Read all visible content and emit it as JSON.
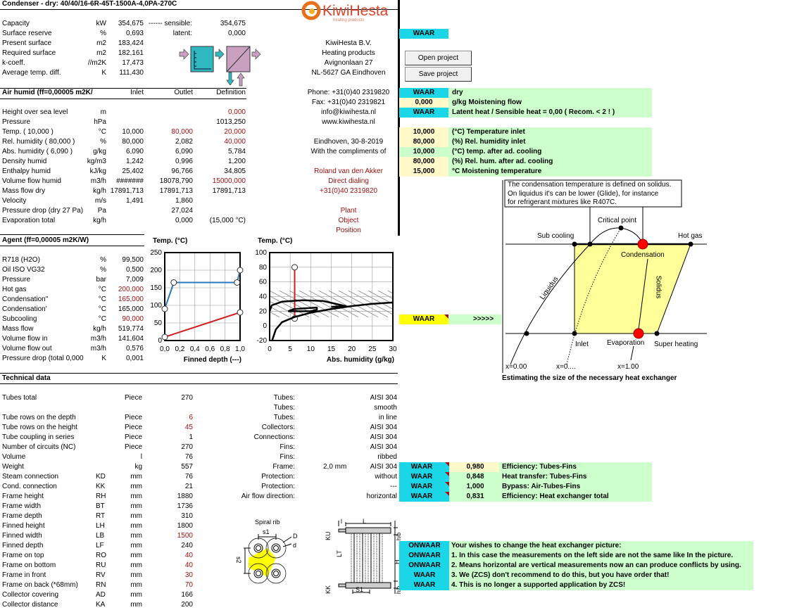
{
  "title": "Condenser - dry: 40/40/16-6R-45T-1500A-4,0PA-270C",
  "logo": {
    "name": "KiwiHesta",
    "tagline": "heating products"
  },
  "summary": [
    {
      "label": "Capacity",
      "unit": "kW",
      "value": "354,675",
      "extra_label": "------ sensible:",
      "extra_value": "354,675"
    },
    {
      "label": "Surface reserve",
      "unit": "%",
      "value": "0,693",
      "extra_label": "latent:",
      "extra_value": "0,000"
    },
    {
      "label": "Present surface",
      "unit": "m2",
      "value": "183,424"
    },
    {
      "label": "Required surface",
      "unit": "m2",
      "value": "182,161"
    },
    {
      "label": "k-coeff.",
      "unit": "//m2K",
      "value": "17,473"
    },
    {
      "label": "Average temp. diff.",
      "unit": "K",
      "value": "111,430"
    }
  ],
  "air": {
    "header": {
      "title": "Air humid (ff=0,00005 m2K/",
      "inlet": "Inlet",
      "outlet": "Outlet",
      "definition": "Definition"
    },
    "rows": [
      {
        "label": "Height over sea level",
        "unit": "m",
        "inlet": "",
        "outlet": "",
        "definition": "0,000",
        "red": [
          "definition"
        ]
      },
      {
        "label": "Pressure",
        "unit": "hPa",
        "inlet": "",
        "outlet": "",
        "definition": "1013,250",
        "red": []
      },
      {
        "label": "Temp. ( 10,000 )",
        "unit": "°C",
        "inlet": "10,000",
        "outlet": "80,000",
        "definition": "20,000",
        "red": [
          "outlet",
          "definition"
        ]
      },
      {
        "label": "Rel. humidity ( 80,000 )",
        "unit": "%",
        "inlet": "80,000",
        "outlet": "2,082",
        "definition": "40,000",
        "red": [
          "definition"
        ]
      },
      {
        "label": "Abs. humidity ( 6,090 )",
        "unit": "g/kg",
        "inlet": "6,090",
        "outlet": "6,090",
        "definition": "5,784",
        "red": []
      },
      {
        "label": "Density humid",
        "unit": "kg/m3",
        "inlet": "1,242",
        "outlet": "0,996",
        "definition": "1,200",
        "red": []
      },
      {
        "label": "Enthalpy humid",
        "unit": "kJ/kg",
        "inlet": "25,402",
        "outlet": "96,766",
        "definition": "34,805",
        "red": []
      },
      {
        "label": "Volume flow humid",
        "unit": "m3/h",
        "inlet": "#######",
        "outlet": "18078,790",
        "definition": "15000,000",
        "red": [
          "definition"
        ]
      },
      {
        "label": "Mass flow dry",
        "unit": "kg/h",
        "inlet": "17891,713",
        "outlet": "17891,713",
        "definition": "17891,713",
        "red": []
      },
      {
        "label": "Velocity",
        "unit": "m/s",
        "inlet": "1,491",
        "outlet": "1,860",
        "definition": "",
        "red": []
      },
      {
        "label": "Pressure drop (dry 27 Pa)",
        "unit": "Pa",
        "inlet": "",
        "outlet": "27,024",
        "definition": "",
        "red": []
      },
      {
        "label": "Evaporation total",
        "unit": "kg/h",
        "inlet": "",
        "outlet": "0,000",
        "definition": "(15,000 °C)",
        "red": []
      }
    ]
  },
  "company": [
    {
      "text": "KiwiHesta B.V.",
      "red": false
    },
    {
      "text": "Heating products",
      "red": false
    },
    {
      "text": "Avignonlaan 27",
      "red": false
    },
    {
      "text": "NL-5627 GA Eindhoven",
      "red": false
    },
    {
      "text": "Phone: +31(0)40 2319820",
      "red": false
    },
    {
      "text": "Fax: +31(0)40 2319821",
      "red": false
    },
    {
      "text": "info@kiwihesta.nl",
      "red": false
    },
    {
      "text": "www.kiwihesta.nl",
      "red": false
    },
    {
      "text": "Eindhoven,  30-8-2019",
      "red": false
    },
    {
      "text": "With the compliments of",
      "red": false
    },
    {
      "text": "Roland van den Akker",
      "red": true
    },
    {
      "text": "Direct dialing",
      "red": true
    },
    {
      "text": "+31(0)40 2319820",
      "red": true
    },
    {
      "text": "Plant",
      "red": true
    },
    {
      "text": "Object",
      "red": true
    },
    {
      "text": "Position",
      "red": true
    }
  ],
  "panel": {
    "top_flag": "WAAR",
    "open_project": "Open project",
    "save_project": "Save project",
    "rows": [
      {
        "value": "WAAR",
        "text": "dry",
        "style": "flag"
      },
      {
        "value": "0,000",
        "text": "g/kg Moistening flow",
        "style": "input"
      },
      {
        "value": "WAAR",
        "text": "Latent heat / Sensible heat = 0,00 ( Recom. < 2 ! )",
        "style": "flag"
      },
      {
        "value": "10,000",
        "text": "(°C) Temperature inlet",
        "style": "input"
      },
      {
        "value": "80,000",
        "text": "(%) Rel. humidity inlet",
        "style": "input"
      },
      {
        "value": "10,000",
        "text": "(°C) temp. after ad. cooling",
        "style": "calc"
      },
      {
        "value": "80,000",
        "text": "(%) Rel. hum. after ad. cooling",
        "style": "input"
      },
      {
        "value": "15,000",
        "text": "°C Moistening temperature",
        "style": "input"
      }
    ],
    "link_flag": "WAAR",
    "link_arrows": ">>>>>"
  },
  "agent": {
    "title": "Agent (ff=0,00005 m2K/W)",
    "rows": [
      {
        "label": "R718 (H2O)",
        "unit": "%",
        "value": "99,500",
        "red": false
      },
      {
        "label": "Oil ISO VG32",
        "unit": "%",
        "value": "0,500",
        "red": false
      },
      {
        "label": "Pressure",
        "unit": "bar",
        "value": "7,009",
        "red": false
      },
      {
        "label": "Hot gas",
        "unit": "°C",
        "value": "200,000",
        "red": true
      },
      {
        "label": "Condensation''",
        "unit": "°C",
        "value": "165,000",
        "red": true
      },
      {
        "label": "Condensation'",
        "unit": "°C",
        "value": "165,000",
        "red": false
      },
      {
        "label": "Subcooling",
        "unit": "°C",
        "value": "90,000",
        "red": true
      },
      {
        "label": "Mass flow",
        "unit": "kg/h",
        "value": "519,774",
        "red": false
      },
      {
        "label": "Volume flow in",
        "unit": "m3/h",
        "value": "141,604",
        "red": false
      },
      {
        "label": "Volume flow out",
        "unit": "m3/h",
        "value": "0,576",
        "red": false
      },
      {
        "label": "Pressure drop (total 0,000",
        "unit": "K",
        "value": "0,001",
        "red": false
      }
    ]
  },
  "chart_data": [
    {
      "type": "line",
      "ylabel": "Temp. (°C)",
      "xlabel": "Finned depth (---)",
      "xlim": [
        0,
        1
      ],
      "ylim": [
        0,
        250
      ],
      "xticks": [
        "0,0",
        "0,2",
        "0,4",
        "0,6",
        "0,8",
        "1,0"
      ],
      "yticks": [
        "0",
        "50",
        "100",
        "150",
        "200",
        "250"
      ],
      "grid": true,
      "series": [
        {
          "color": "#2a7ab8",
          "points": [
            [
              0,
              90
            ],
            [
              0.12,
              165
            ],
            [
              0.96,
              165
            ],
            [
              1.0,
              200
            ]
          ]
        },
        {
          "color": "#d02020",
          "points": [
            [
              0,
              10
            ],
            [
              1.0,
              80
            ]
          ]
        }
      ]
    },
    {
      "type": "line",
      "ylabel": "Temp. (°C)",
      "xlabel": "Abs. humidity (g/kg)",
      "xlim": [
        0,
        30
      ],
      "ylim": [
        -20,
        100
      ],
      "xticks": [
        "0",
        "5",
        "10",
        "15",
        "20",
        "25",
        "30"
      ],
      "yticks": [
        "-20",
        "0",
        "20",
        "40",
        "60",
        "80",
        "100"
      ],
      "grid": true,
      "series": [
        {
          "color": "#d02020",
          "points": [
            [
              6.09,
              10
            ],
            [
              6.09,
              80
            ]
          ]
        },
        {
          "color": "#000000",
          "points": [
            [
              0.6,
              -20
            ],
            [
              1.5,
              -5
            ],
            [
              3,
              5
            ],
            [
              6,
              12
            ],
            [
              10,
              18
            ],
            [
              15,
              23
            ],
            [
              20,
              27
            ],
            [
              25,
              30
            ],
            [
              30,
              32
            ]
          ]
        },
        {
          "color": "#000000",
          "points": [
            [
              0,
              20
            ],
            [
              0.5,
              28
            ],
            [
              3,
              33
            ],
            [
              8,
              35
            ],
            [
              13,
              34
            ],
            [
              18.5,
              27
            ],
            [
              15,
              26
            ]
          ]
        },
        {
          "color": "#000000",
          "points": [
            [
              4.5,
              20
            ],
            [
              6,
              23
            ],
            [
              11.5,
              25
            ],
            [
              11.5,
              22
            ],
            [
              10,
              20
            ],
            [
              4.5,
              20
            ]
          ]
        }
      ]
    }
  ],
  "phase": {
    "note": [
      "The condensation temperature is defined on solidus.",
      "On liquidus it's can be lower (Glide), for instance",
      "for refrigerant mixtures like R407C."
    ],
    "sub_cooling": "Sub cooling",
    "critical_point": "Critical point",
    "hot_gas": "Hot gas",
    "condensation": "Condensation",
    "liquidus": "Liquidus",
    "solidus": "Solidus",
    "inlet": "Inlet",
    "evaporation": "Evaporation",
    "super_heating": "Super heating",
    "x0": "x=0.00",
    "xmid": "x=0....",
    "x1": "x=1.00",
    "caption": "Estimating the size of the necessary heat exchanger"
  },
  "tech": {
    "title": "Technical data",
    "left": [
      {
        "label": "Tubes total",
        "code": "",
        "unit": "Piece",
        "value": "270",
        "red": false
      },
      null,
      {
        "label": "Tube rows on the depth",
        "code": "",
        "unit": "Piece",
        "value": "6",
        "red": true
      },
      {
        "label": "Tube rows on the height",
        "code": "",
        "unit": "Piece",
        "value": "45",
        "red": true
      },
      {
        "label": "Tube coupling in series",
        "code": "",
        "unit": "Piece",
        "value": "1",
        "red": false
      },
      {
        "label": "Number of circuits (NC)",
        "code": "",
        "unit": "Piece",
        "value": "270",
        "red": false
      },
      {
        "label": "Volume",
        "code": "",
        "unit": "l",
        "value": "76",
        "red": false
      },
      {
        "label": "Weight",
        "code": "",
        "unit": "kg",
        "value": "557",
        "red": false
      },
      {
        "label": "Steam connection",
        "code": "KD",
        "unit": "mm",
        "value": "76",
        "red": false
      },
      {
        "label": "Cond. connection",
        "code": "KK",
        "unit": "mm",
        "value": "21",
        "red": false
      },
      {
        "label": "Frame height",
        "code": "RH",
        "unit": "mm",
        "value": "1880",
        "red": false
      },
      {
        "label": "Frame width",
        "code": "BT",
        "unit": "mm",
        "value": "1736",
        "red": false
      },
      {
        "label": "Frame depth",
        "code": "RT",
        "unit": "mm",
        "value": "310",
        "red": false
      },
      {
        "label": "Finned height",
        "code": "LH",
        "unit": "mm",
        "value": "1800",
        "red": false
      },
      {
        "label": "Finned width",
        "code": "LB",
        "unit": "mm",
        "value": "1500",
        "red": true
      },
      {
        "label": "Finned depth",
        "code": "LF",
        "unit": "mm",
        "value": "240",
        "red": false
      },
      {
        "label": "Frame on top",
        "code": "RO",
        "unit": "mm",
        "value": "40",
        "red": true
      },
      {
        "label": "Frame on bottom",
        "code": "RU",
        "unit": "mm",
        "value": "40",
        "red": true
      },
      {
        "label": "Frame in front",
        "code": "RV",
        "unit": "mm",
        "value": "30",
        "red": true
      },
      {
        "label": "Frame on back (*68mm)",
        "code": "RN",
        "unit": "mm",
        "value": "70",
        "red": true
      },
      {
        "label": "Collector covering",
        "code": "AD",
        "unit": "mm",
        "value": "166",
        "red": false
      },
      {
        "label": "Collector distance",
        "code": "KA",
        "unit": "mm",
        "value": "200",
        "red": false
      }
    ],
    "right": [
      {
        "label": "Tubes:",
        "mid": "",
        "value": "AISI 304"
      },
      {
        "label": "Tubes:",
        "mid": "",
        "value": "smooth"
      },
      {
        "label": "Tubes:",
        "mid": "",
        "value": "in line"
      },
      {
        "label": "Collectors:",
        "mid": "",
        "value": "AISI 304"
      },
      {
        "label": "Connections:",
        "mid": "",
        "value": "AISI 304"
      },
      {
        "label": "Fins:",
        "mid": "",
        "value": "AISI 304"
      },
      {
        "label": "Fins:",
        "mid": "",
        "value": "ribbed"
      },
      {
        "label": "Frame:",
        "mid": "2,0 mm",
        "value": "AISI 304"
      },
      {
        "label": "Protection:",
        "mid": "",
        "value": "without"
      },
      {
        "label": "Protection:",
        "mid": "",
        "value": "---"
      },
      {
        "label": "Air flow direction:",
        "mid": "",
        "value": "horizontal"
      }
    ],
    "spiral": {
      "title": "Spiral rib",
      "s1": "s1",
      "s2": "s2",
      "D": "D",
      "d": "d"
    },
    "hx": {
      "l": "l",
      "L": "L",
      "KU": "KU",
      "LT": "LT",
      "H": "H",
      "KK": "KK",
      "hb": "h/b",
      "S1": "S1"
    }
  },
  "efficiency": [
    {
      "flag": "WAAR",
      "value": "0,980",
      "text": "Efficiency: Tubes-Fins"
    },
    {
      "flag": "WAAR",
      "value": "0,848",
      "text": "Heat transfer: Tubes-Fins"
    },
    {
      "flag": "WAAR",
      "value": "1,000",
      "text": "Bypass: Air-Tubes-Fins"
    },
    {
      "flag": "WAAR",
      "value": "0,831",
      "text": "Efficiency: Heat exchanger total"
    }
  ],
  "wishes": [
    {
      "flag": "ONWAAR",
      "text": "Your wishes to change the heat exchanger picture:"
    },
    {
      "flag": "ONWAAR",
      "text": "1. In this case the measurements on the left side are not the same like In the picture."
    },
    {
      "flag": "ONWAAR",
      "text": "2. Means horizontal are vertical measurements now an can produce conflicts by using."
    },
    {
      "flag": "WAAR",
      "text": "3. We (ZCS) don't recommend to do this, but you have order that!"
    },
    {
      "flag": "WAAR",
      "text": "4. This is no longer a supported application by ZCS!"
    }
  ],
  "colors": {
    "flag": "#1ad6e6",
    "note": "#ccffcc",
    "input": "#fff8c8",
    "warning": "#ffff00",
    "red_value": "#a01010"
  }
}
